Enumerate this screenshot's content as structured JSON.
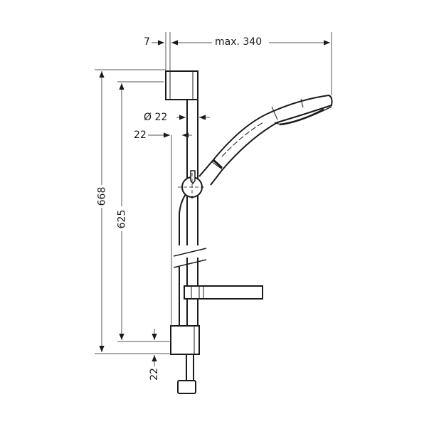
{
  "diagram": {
    "type": "technical-dimension-drawing",
    "subject": "shower rail set with hand shower and soap dish",
    "colors": {
      "line": "#1a1a1a",
      "dim_line": "#555555",
      "background": "#ffffff"
    }
  },
  "dimensions": {
    "wall_offset": {
      "label": "7",
      "value": 7
    },
    "max_reach": {
      "label": "max. 340",
      "value": 340
    },
    "rod_diameter": {
      "label": "Ø 22",
      "value": 22
    },
    "rod_offset": {
      "label": "22",
      "value": 22
    },
    "overall_height": {
      "label": "668",
      "value": 668
    },
    "bracket_spacing": {
      "label": "625",
      "value": 625
    },
    "bottom_offset": {
      "label": "22",
      "value": 22
    }
  },
  "components": [
    {
      "name": "top-wall-bracket"
    },
    {
      "name": "slide-rail"
    },
    {
      "name": "slider-holder"
    },
    {
      "name": "hand-shower"
    },
    {
      "name": "soap-dish"
    },
    {
      "name": "bottom-wall-bracket"
    },
    {
      "name": "shower-hose"
    }
  ]
}
